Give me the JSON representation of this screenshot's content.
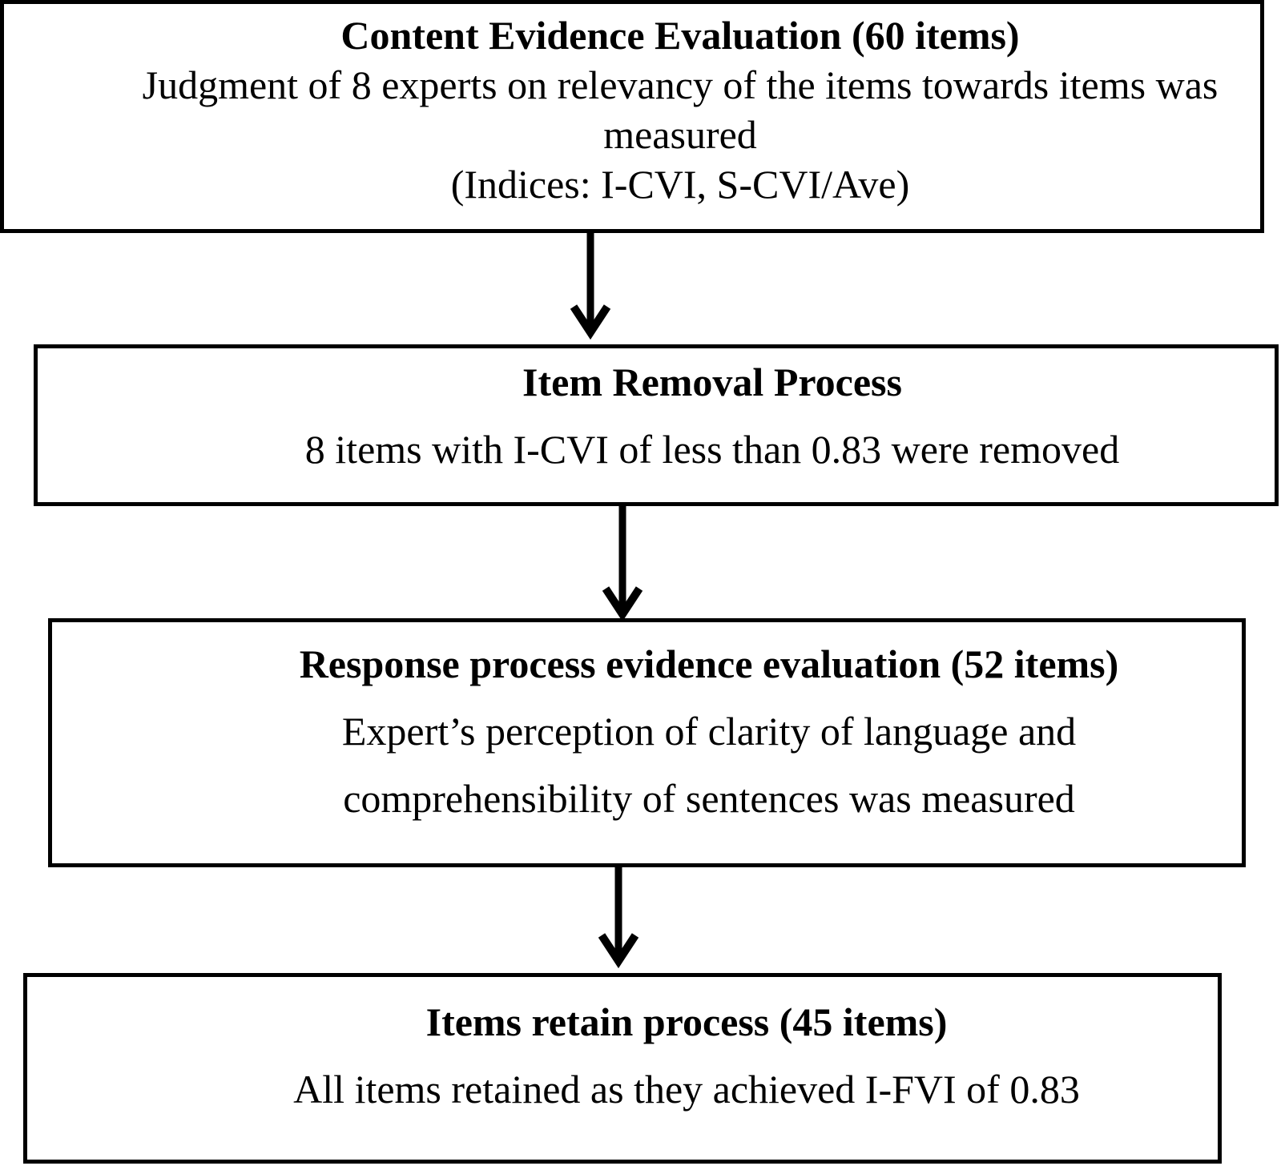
{
  "flowchart": {
    "colors": {
      "border": "#000000",
      "background": "#ffffff",
      "text": "#000000"
    },
    "icons": {
      "connector": "down-arrow"
    },
    "boxes": [
      {
        "title": "Content Evidence Evaluation (60 items)",
        "lines": [
          "Judgment of 8 experts on relevancy of the items towards items was",
          "measured",
          "(Indices: I-CVI, S-CVI/Ave)"
        ]
      },
      {
        "title": "Item Removal Process",
        "lines": [
          "8 items with I-CVI of less than 0.83 were removed"
        ]
      },
      {
        "title": "Response process evidence evaluation (52 items)",
        "lines": [
          "Expert’s perception of clarity of language and",
          "comprehensibility of sentences was measured"
        ]
      },
      {
        "title": "Items retain process (45 items)",
        "lines": [
          "All items retained as they achieved I-FVI of 0.83"
        ]
      }
    ]
  }
}
